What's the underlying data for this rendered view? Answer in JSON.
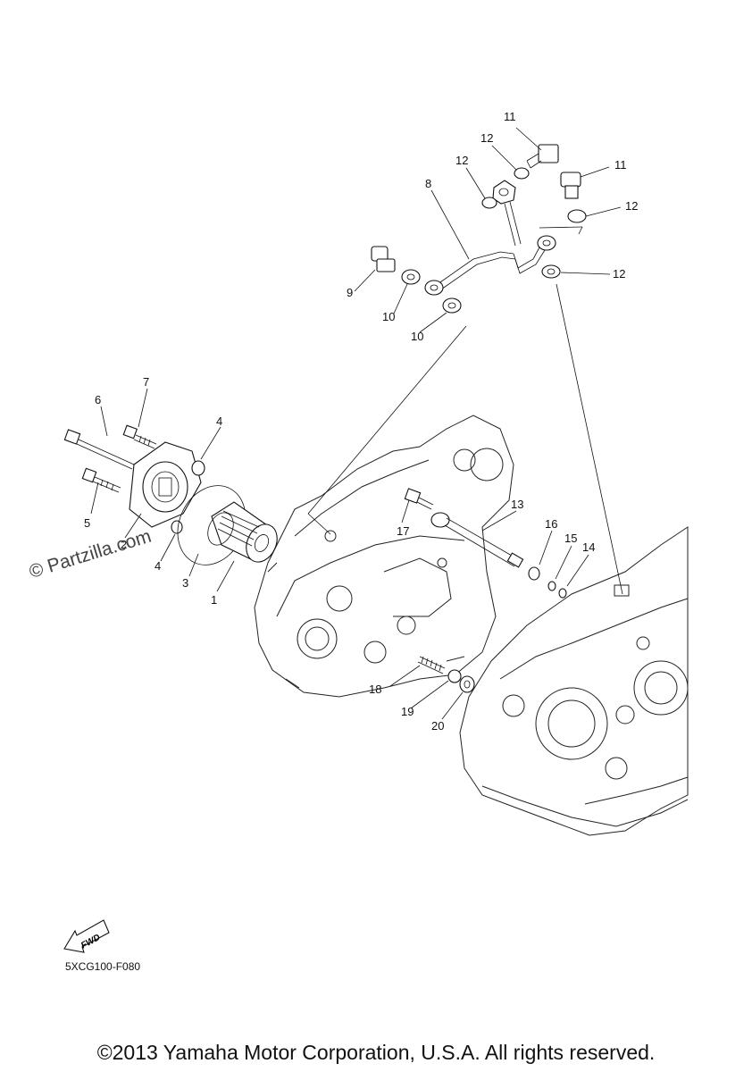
{
  "callouts": {
    "c1": "1",
    "c2": "2",
    "c3": "3",
    "c4a": "4",
    "c4b": "4",
    "c5": "5",
    "c6": "6",
    "c7": "7",
    "c8": "8",
    "c9": "9",
    "c10a": "10",
    "c10b": "10",
    "c11a": "11",
    "c11b": "11",
    "c12a": "12",
    "c12b": "12",
    "c12c": "12",
    "c12d": "12",
    "c13": "13",
    "c14": "14",
    "c15": "15",
    "c16": "16",
    "c17": "17",
    "c18": "18",
    "c19": "19",
    "c20": "20"
  },
  "watermark": "© Partzilla.com",
  "fwd_label": "FWD",
  "drawing_code": "5XCG100-F080",
  "copyright": "©2013 Yamaha Motor Corporation, U.S.A. All rights reserved."
}
